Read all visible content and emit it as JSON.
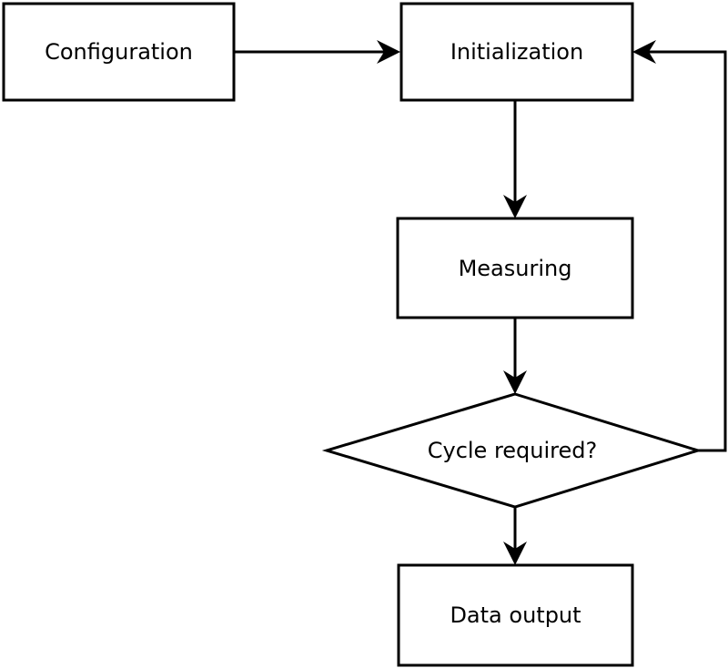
{
  "diagram": {
    "type": "flowchart",
    "colors": {
      "line": "#000000",
      "text": "#000000",
      "node_fill": "#ffffff",
      "background": "#ffffff"
    },
    "nodes": {
      "configuration": {
        "label": "Configuration",
        "shape": "rectangle"
      },
      "initialization": {
        "label": "Initialization",
        "shape": "rectangle"
      },
      "measuring": {
        "label": "Measuring",
        "shape": "rectangle"
      },
      "cycle_required": {
        "label": "Cycle required?",
        "shape": "diamond"
      },
      "data_output": {
        "label": "Data output",
        "shape": "rectangle"
      }
    },
    "edges": [
      {
        "from": "Configuration",
        "to": "Initialization"
      },
      {
        "from": "Initialization",
        "to": "Measuring"
      },
      {
        "from": "Measuring",
        "to": "Cycle required?"
      },
      {
        "from": "Cycle required?",
        "to": "Data output"
      },
      {
        "from": "Cycle required?",
        "to": "Initialization"
      }
    ]
  }
}
